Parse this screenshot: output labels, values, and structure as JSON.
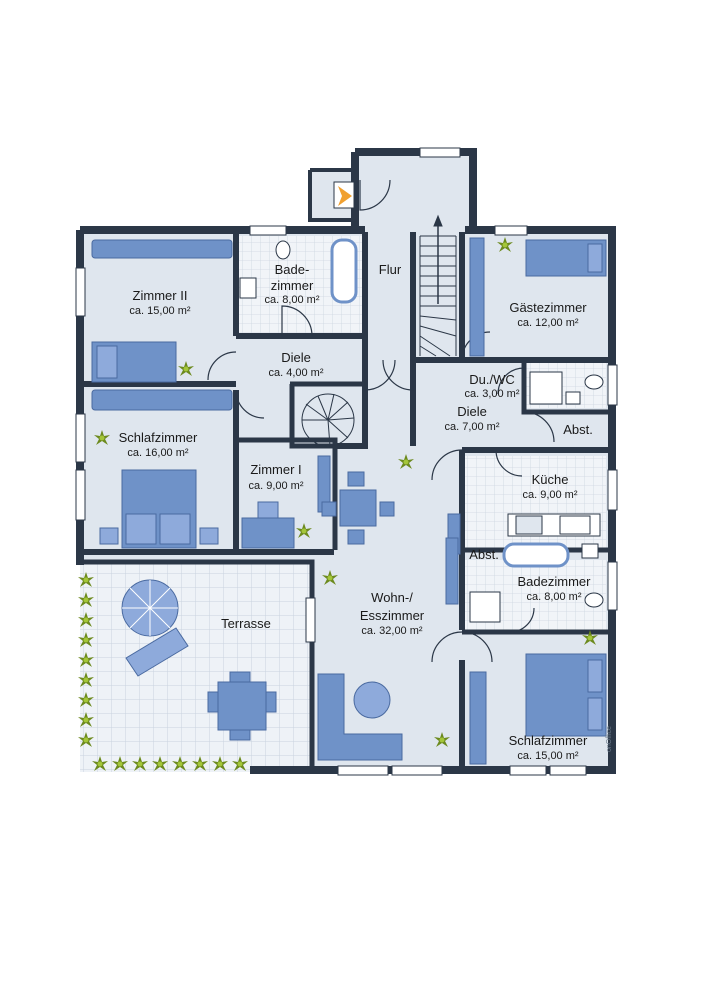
{
  "rooms": {
    "zimmer2": {
      "name": "Zimmer II",
      "area": "ca. 15,00 m²"
    },
    "badezimmer_top": {
      "name1": "Bade-",
      "name2": "zimmer",
      "area": "ca. 8,00 m²"
    },
    "flur": {
      "name": "Flur"
    },
    "gaestezimmer": {
      "name": "Gästezimmer",
      "area": "ca. 12,00 m²"
    },
    "diele_left": {
      "name": "Diele",
      "area": "ca. 4,00 m²"
    },
    "duwc": {
      "name": "Du./WC",
      "area": "ca. 3,00 m²"
    },
    "diele_right": {
      "name": "Diele",
      "area": "ca. 7,00 m²"
    },
    "abst_top": {
      "name": "Abst."
    },
    "schlafzimmer_left": {
      "name": "Schlafzimmer",
      "area": "ca. 16,00 m²"
    },
    "zimmer1": {
      "name": "Zimmer I",
      "area": "ca. 9,00 m²"
    },
    "kueche": {
      "name": "Küche",
      "area": "ca. 9,00 m²"
    },
    "abst_mid": {
      "name": "Abst."
    },
    "badezimmer_right": {
      "name": "Badezimmer",
      "area": "ca. 8,00 m²"
    },
    "terrasse": {
      "name": "Terrasse"
    },
    "wohn": {
      "name1": "Wohn-/",
      "name2": "Esszimmer",
      "area": "ca. 32,00 m²"
    },
    "schlafzimmer_right": {
      "name": "Schlafzimmer",
      "area": "ca. 15,00 m²"
    }
  },
  "watermark": "onOffice",
  "colors": {
    "wall": "#2b3747",
    "floor": "#dfe6ee",
    "tile": "#eef2f7",
    "furniture": "#6f92c8",
    "plant": "#6c8a1e",
    "window": "#ffffff"
  }
}
